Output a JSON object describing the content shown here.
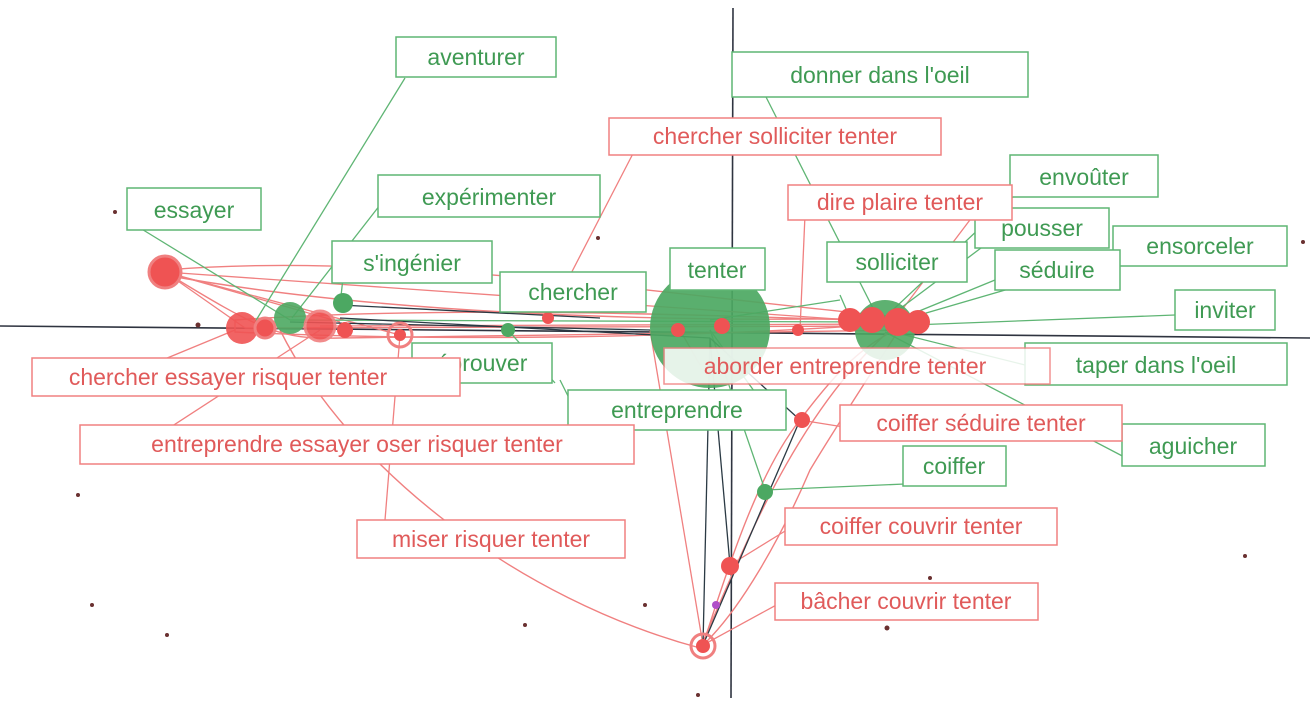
{
  "colors": {
    "green": "#4ca862",
    "green_text": "#3f9a53",
    "red": "#ef5353",
    "red_text": "#e05a5a",
    "line_red": "#f08080",
    "line_green": "#5fb574",
    "axis": "#2f3440",
    "dark_line": "#2b3a44",
    "purple": "#b050c8"
  },
  "green_labels": [
    "aventurer",
    "donner dans l'oeil",
    "envoûter",
    "essayer",
    "expérimenter",
    "pousser",
    "ensorceler",
    "s'ingénier",
    "tenter",
    "solliciter",
    "séduire",
    "chercher",
    "inviter",
    "éprouver",
    "taper dans l'oeil",
    "entreprendre",
    "aguicher",
    "coiffer"
  ],
  "red_labels": [
    "chercher solliciter tenter",
    "dire plaire tenter",
    "chercher essayer risquer tenter",
    "aborder entreprendre tenter",
    "entreprendre essayer oser risquer tenter",
    "coiffer séduire tenter",
    "miser risquer tenter",
    "coiffer couvrir tenter",
    "bâcher couvrir tenter"
  ]
}
